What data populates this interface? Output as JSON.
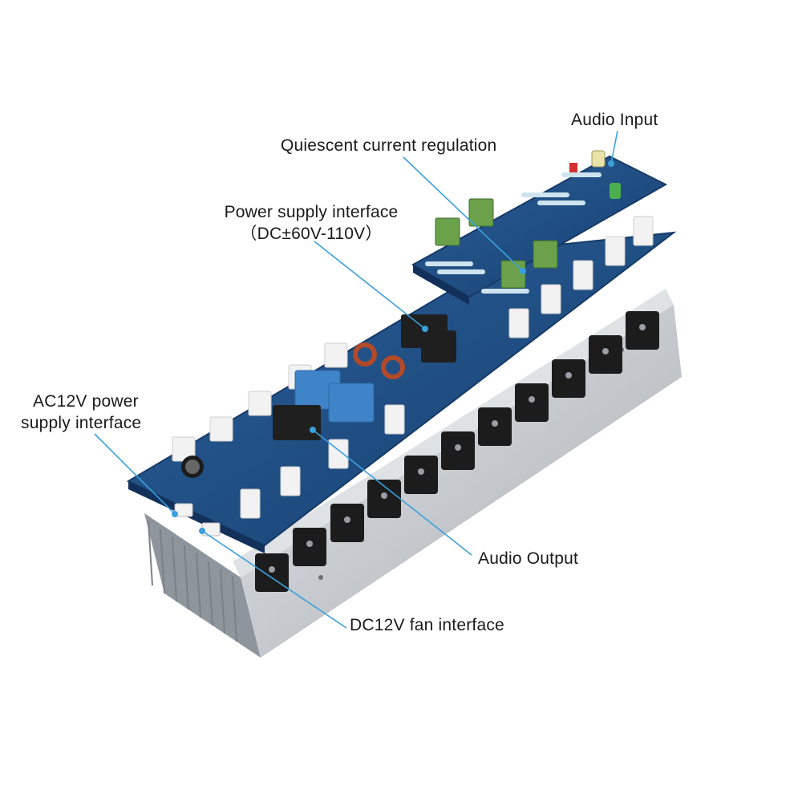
{
  "labels": {
    "audio_input": "Audio Input",
    "quiescent": "Quiescent current regulation",
    "power_supply": "Power supply interface",
    "power_supply_range": "（DC±60V-110V）",
    "ac12v_line1": "AC12V power",
    "ac12v_line2": "supply interface",
    "audio_output": "Audio Output",
    "dc12v_fan": "DC12V fan interface"
  },
  "colors": {
    "pcb": "#1f4f86",
    "pcb_edge": "#163a66",
    "heatsink": "#c9ccd0",
    "heatsink_dark": "#9da2a8",
    "callout_line": "#3aa0dc",
    "transistor": "#1c1c1c",
    "capacitor_box": "#3f84c8",
    "resistor": "#cfe3ef",
    "connector_white": "#f2f2f2",
    "green_component": "#6aa14a",
    "inductor": "#b24a2a"
  }
}
